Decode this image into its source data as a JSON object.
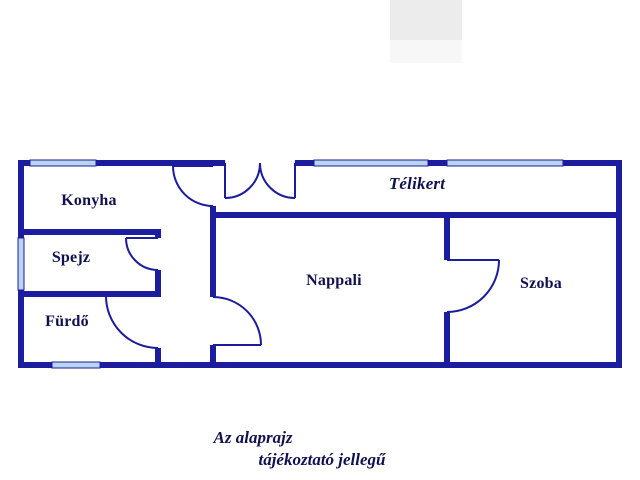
{
  "colors": {
    "wall": "#1c1c9e",
    "window": "#b9d4ef",
    "label": "#101050",
    "caption": "#101050",
    "background": "#ffffff",
    "watermark": "#ececec",
    "watermark_light": "#f7f7f7"
  },
  "rooms": [
    {
      "id": "konyha",
      "label": "Konyha"
    },
    {
      "id": "spejz",
      "label": "Spejz"
    },
    {
      "id": "furdo",
      "label": "Fürdő"
    },
    {
      "id": "nappali",
      "label": "Nappali"
    },
    {
      "id": "szoba",
      "label": "Szoba"
    },
    {
      "id": "telikert",
      "label": "Télikert"
    }
  ],
  "caption": {
    "line1": "Az alaprajz",
    "line2": "tájékoztató jellegű"
  }
}
